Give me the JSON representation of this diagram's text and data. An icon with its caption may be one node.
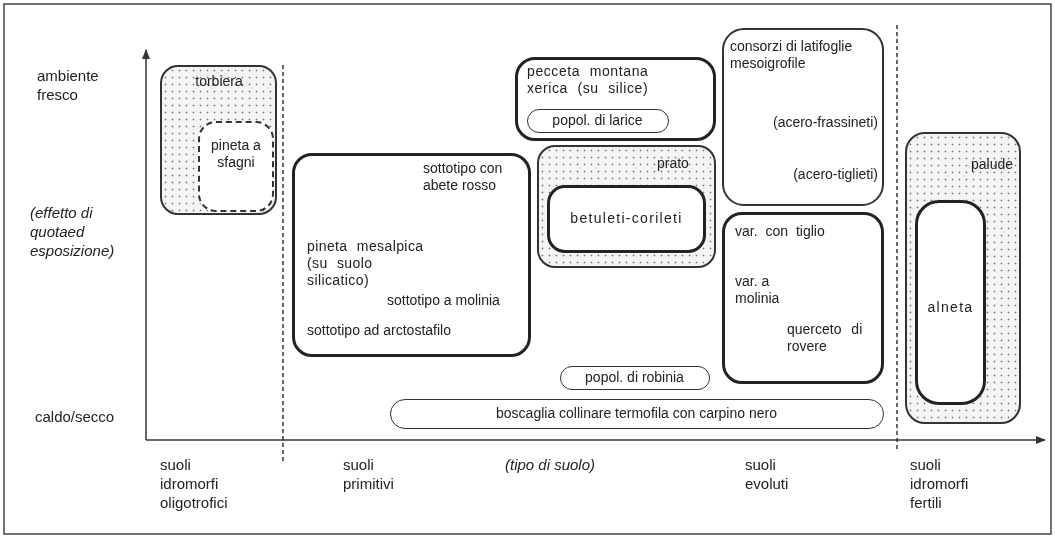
{
  "diagram": {
    "nodes": [
      {
        "text": [
          "torbiera"
        ]
      },
      {
        "text": [
          "pineta a sfagni"
        ],
        "in": 0
      },
      {
        "text": [
          "consorzi di latifoglie mesoigrofile",
          "(acero-frassineti)",
          "(acero-tiglieti)"
        ]
      },
      {
        "text": [
          "pecceta montana xerica (su silice)"
        ]
      },
      {
        "text": [
          "popol. di larice"
        ],
        "in": 3
      },
      {
        "text": [
          "sottotipo con abete rosso",
          "pineta mesalpica (su suolo silicatico)",
          "sottotipo a molinia",
          "sottotipo ad arctostafilo"
        ]
      },
      {
        "text": [
          "prato"
        ]
      },
      {
        "text": [
          "betuleti-corileti"
        ],
        "in": 6
      },
      {
        "text": [
          "var. con tiglio",
          "var. a molinia",
          "querceto di rovere"
        ]
      },
      {
        "text": [
          "popol. di robinia"
        ]
      },
      {
        "text": [
          "boscaglia collinare termofila con carpino nero"
        ]
      },
      {
        "text": [
          "palude"
        ]
      },
      {
        "text": [
          "alneta"
        ],
        "in": 11
      }
    ],
    "labels": [
      "ambiente fresco",
      "(effetto di quotaed esposizione)",
      "caldo/secco",
      "suoli idromorfi oligotrofici",
      "suoli primitivi",
      "(tipo di suolo)",
      "suoli evoluti",
      "suoli idromorfi fertili"
    ]
  }
}
